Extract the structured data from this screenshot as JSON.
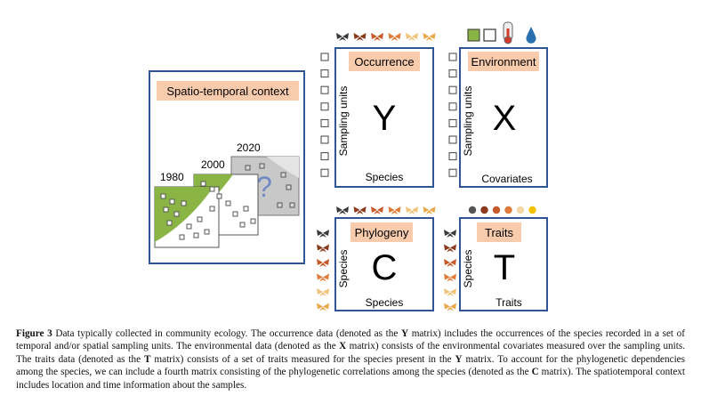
{
  "context": {
    "title": "Spatio-temporal context",
    "years": [
      "1980",
      "2000",
      "2020"
    ],
    "unknown_symbol": "?"
  },
  "occurrence": {
    "title": "Occurrence",
    "letter": "Y",
    "row_label": "Sampling units",
    "col_label": "Species"
  },
  "environment": {
    "title": "Environment",
    "letter": "X",
    "row_label": "Sampling units",
    "col_label": "Covariates"
  },
  "phylogeny": {
    "title": "Phylogeny",
    "letter": "C",
    "row_label": "Species",
    "col_label": "Species"
  },
  "traits": {
    "title": "Traits",
    "letter": "T",
    "row_label": "Species",
    "col_label": "Traits"
  },
  "icons": {
    "moth_colors": [
      "#3a3a3a",
      "#8b3a1e",
      "#c75a2a",
      "#e07b39",
      "#f0c27a",
      "#e9a94a"
    ],
    "trait_dot_colors": [
      "#555555",
      "#8b3a1e",
      "#c75a2a",
      "#e07b39",
      "#f5d7a8",
      "#f2c200"
    ],
    "environment_icons": [
      "green-square-icon",
      "white-square-icon",
      "thermometer-icon",
      "water-drop-icon"
    ],
    "accent": "#2f5597",
    "label_fill": "#f8cbad",
    "map_green": "#8ab545"
  },
  "caption": {
    "lead": "Figure 3",
    "parts": [
      {
        "t": " Data typically collected in community ecology. The occurrence data (denoted as the "
      },
      {
        "b": "Y"
      },
      {
        "t": " matrix) includes the occurrences of the species recorded in a set of temporal and/or spatial sampling units. The environmental data (denoted as the "
      },
      {
        "b": "X"
      },
      {
        "t": " matrix) consists of the environmental covariates measured over the sampling units. The traits data (denoted as the "
      },
      {
        "b": "T"
      },
      {
        "t": " matrix) consists of a set of traits measured for the species present in the "
      },
      {
        "b": "Y"
      },
      {
        "t": " matrix. To account for the phylogenetic dependencies among the species, we can include a fourth matrix consisting of the phylogenetic correlations among the species (denoted as the "
      },
      {
        "b": "C"
      },
      {
        "t": " matrix). The spatiotemporal context includes location and time information about the samples."
      }
    ]
  }
}
